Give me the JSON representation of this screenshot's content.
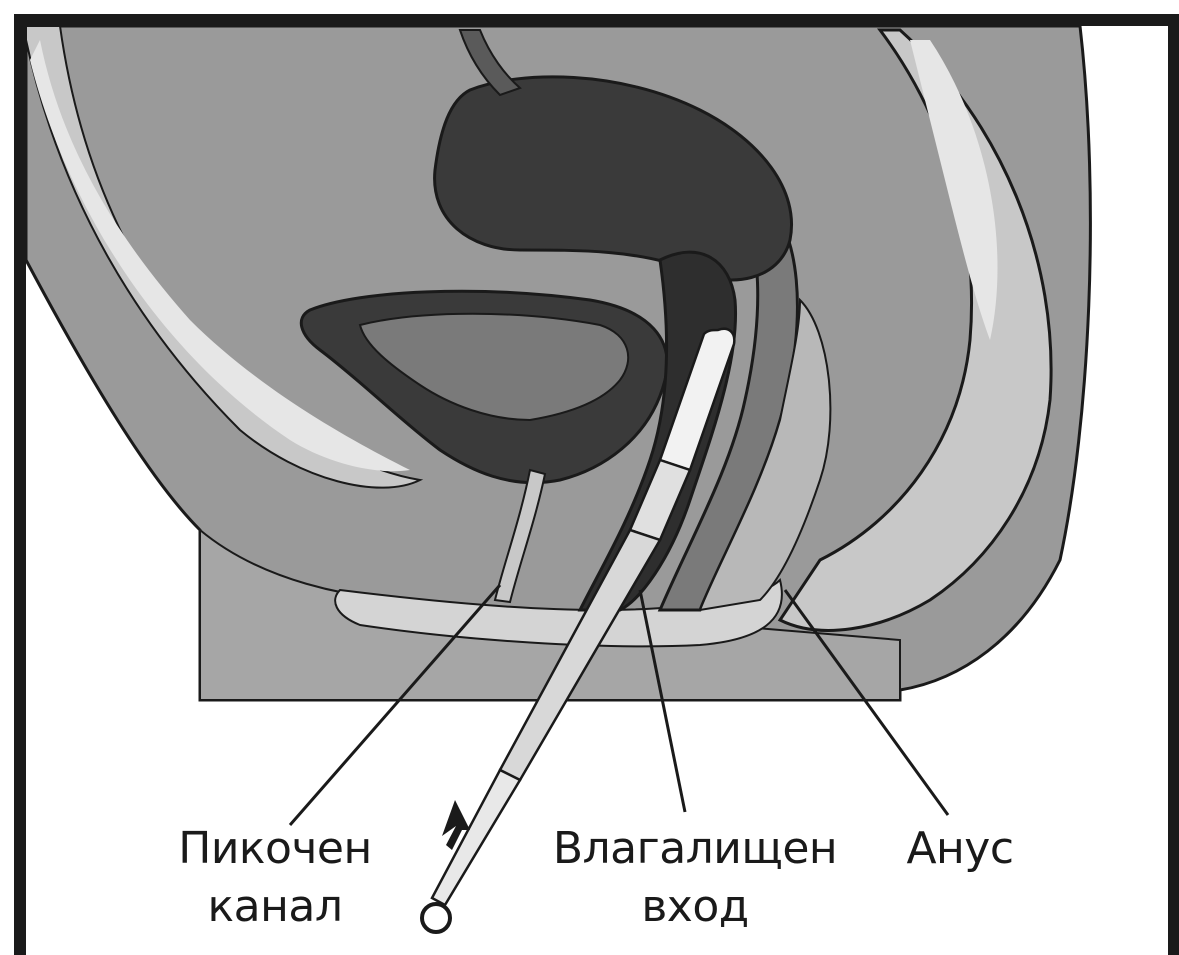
{
  "labels": {
    "urethra": {
      "line1": "Пикочен",
      "line2": "канал"
    },
    "vaginal_opening": {
      "line1": "Влагалищен",
      "line2": "вход"
    },
    "anus": {
      "line1": "Анус"
    }
  },
  "colors": {
    "background": "#ffffff",
    "frame": "#1a1a1a",
    "body_mid": "#9a9a9a",
    "body_light": "#c8c8c8",
    "body_lighter": "#e6e6e6",
    "organ_dark": "#3a3a3a",
    "organ_mid": "#7a7a7a",
    "applicator": "#f2f2f2"
  }
}
